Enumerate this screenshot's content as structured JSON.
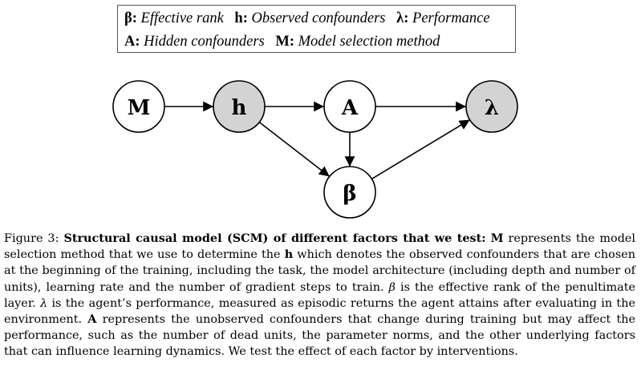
{
  "legend": {
    "row1": [
      {
        "symbol": "β",
        "text": "Effective rank"
      },
      {
        "symbol": "h",
        "text": "Observed confounders"
      },
      {
        "symbol": "λ",
        "text": "Performance"
      }
    ],
    "row2": [
      {
        "symbol": "A",
        "text": "Hidden confounders"
      },
      {
        "symbol": "M",
        "text": "Model selection method"
      }
    ]
  },
  "nodes": {
    "M": {
      "label": "M",
      "fill": "#ffffff"
    },
    "h": {
      "label": "h",
      "fill": "#d3d3d3"
    },
    "A": {
      "label": "A",
      "fill": "#ffffff"
    },
    "lambda": {
      "label": "λ",
      "fill": "#d3d3d3"
    },
    "beta": {
      "label": "β",
      "fill": "#ffffff"
    }
  },
  "edges": [
    {
      "from": "M",
      "to": "h"
    },
    {
      "from": "h",
      "to": "A"
    },
    {
      "from": "A",
      "to": "lambda"
    },
    {
      "from": "h",
      "to": "beta"
    },
    {
      "from": "A",
      "to": "beta"
    },
    {
      "from": "beta",
      "to": "lambda"
    }
  ],
  "caption": {
    "label": "Figure 3:",
    "title": "Structural causal model (SCM) of different factors that we test:",
    "sym_M": "M",
    "t1": "represents the model selection method that we use to determine the",
    "sym_h": "h",
    "t2": "which denotes the observed confounders that are chosen at the beginning of the training, including the task, the model architecture (including depth and number of units), learning rate and the number of gradient steps to train.",
    "sym_beta": "β",
    "t3": "is the effective rank of the penultimate layer.",
    "sym_lambda": "λ",
    "t4": "is the agent’s performance, measured as episodic returns the agent attains after evaluating in the environment.",
    "sym_A": "A",
    "t5": "represents the unobserved confounders that change during training but may affect the performance, such as the number of dead units, the parameter norms, and the other underlying factors that can influence learning dynamics. We test the effect of each factor by interventions."
  }
}
